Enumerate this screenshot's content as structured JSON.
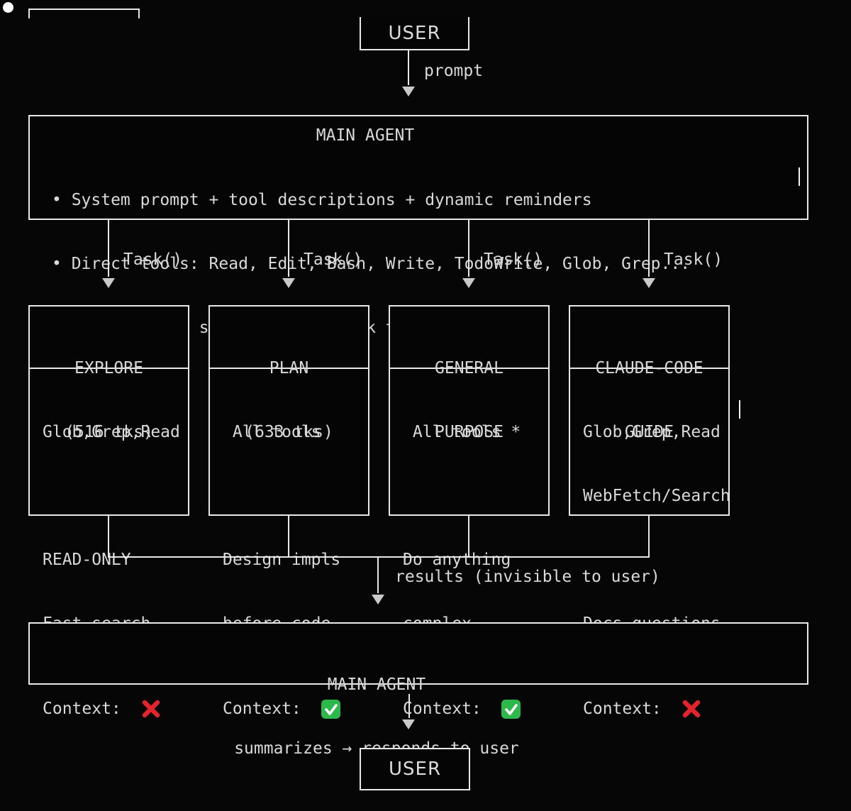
{
  "colors": {
    "background": "#060606",
    "line": "#e8e8e8",
    "text": "#d9d9d9",
    "arrowhead": "#c9c9c9",
    "context_no_red": "#e3242b",
    "context_yes_green": "#2db84c"
  },
  "top_user": {
    "label": "USER"
  },
  "prompt_arrow": {
    "label": "prompt"
  },
  "main_agent": {
    "title": "MAIN AGENT",
    "bullets": [
      "• System prompt + tool descriptions + dynamic reminders",
      "• Direct tools: Read, Edit, Bash, Write, TodoWrite, Glob, Grep...",
      "• Orchestrates subagents via Task tool"
    ]
  },
  "task_label": "Task()",
  "subagents": [
    {
      "name": "EXPLORE",
      "subtitle": "(516 tks)",
      "lines": [
        "Glob,Grep,Read",
        "",
        "READ-ONLY",
        "Fast search"
      ],
      "context_label": "Context: ",
      "context_status": "no"
    },
    {
      "name": "PLAN",
      "subtitle": "(633 tks)",
      "lines": [
        " All tools",
        "",
        "Design impls",
        "before code"
      ],
      "context_label": "Context: ",
      "context_status": "yes"
    },
    {
      "name": "GENERAL",
      "subtitle": "PURPOSE",
      "lines": [
        " All tools *",
        "",
        "Do anything",
        "complex"
      ],
      "context_label": "Context: ",
      "context_status": "yes"
    },
    {
      "name": "CLAUDE-CODE",
      "subtitle": "GUIDE",
      "lines": [
        "Glob,Grep,Read",
        "WebFetch/Search",
        "",
        "Docs questions"
      ],
      "context_label": "Context: ",
      "context_status": "no"
    }
  ],
  "results_arrow": {
    "label": "results (invisible to user)"
  },
  "main_agent_bottom": {
    "title": "MAIN AGENT",
    "subtitle": "summarizes → responds to user"
  },
  "bottom_user": {
    "label": "USER"
  }
}
